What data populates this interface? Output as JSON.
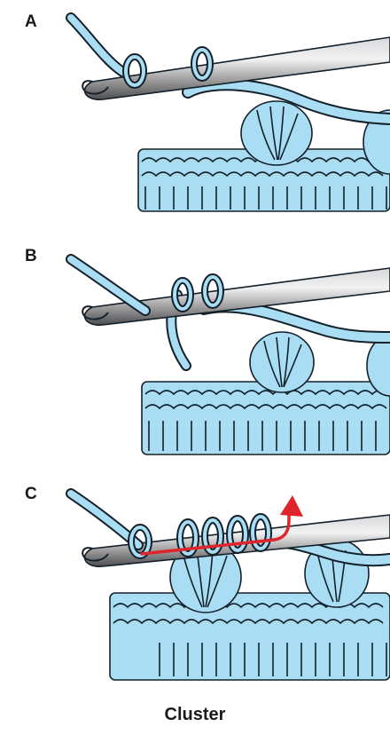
{
  "panels": [
    {
      "label": "A"
    },
    {
      "label": "B"
    },
    {
      "label": "C"
    }
  ],
  "caption": "Cluster",
  "colors": {
    "yarn_fill": "#a8ddf3",
    "yarn_outline": "#14202a",
    "hook_dark": "#5a5a5c",
    "hook_light": "#e9e9ea",
    "arrow": "#e0242c"
  }
}
